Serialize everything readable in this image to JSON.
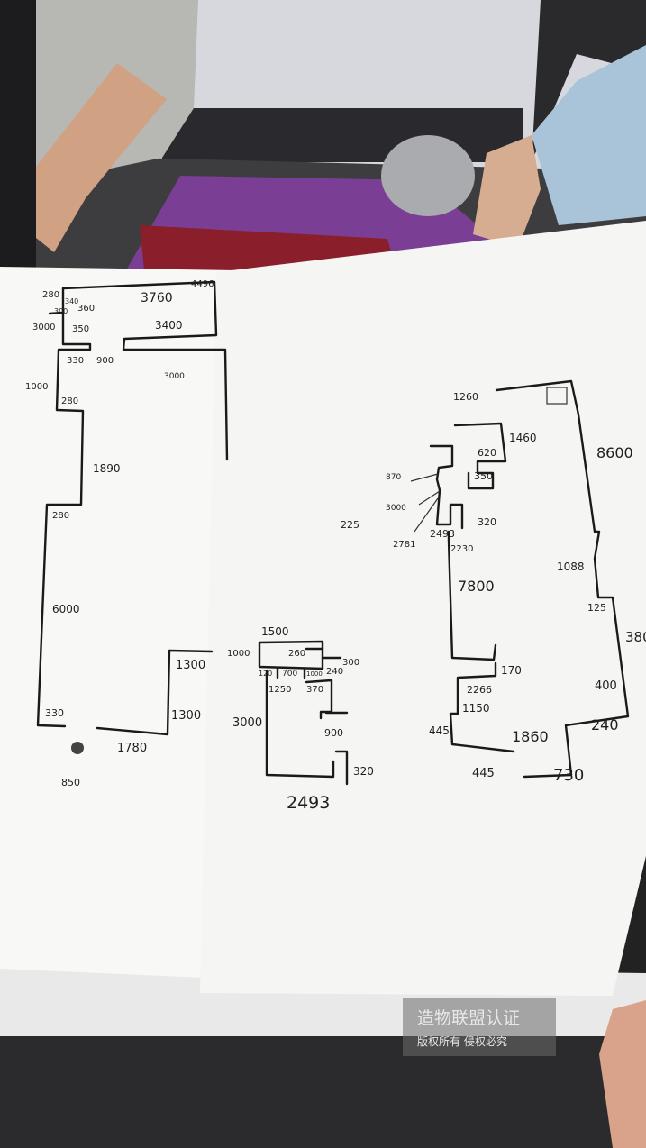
{
  "colors": {
    "paper": "#f7f7f5",
    "ink": "#1a1a1a",
    "table": "#3a3a3c",
    "mat": "#7b3e96",
    "notebook": "#8a1f2a",
    "wall": "#d9dbe0"
  },
  "plan_left": {
    "labels": [
      "280",
      "4496",
      "3760",
      "340",
      "300",
      "360",
      "3000",
      "350",
      "3400",
      "330",
      "900",
      "3000",
      "1000",
      "280",
      "1890",
      "280",
      "6000",
      "1300",
      "1300",
      "330",
      "1780",
      "850"
    ]
  },
  "plan_middle": {
    "labels": [
      "1500",
      "1000",
      "260",
      "300",
      "120",
      "700",
      "1000",
      "240",
      "1250",
      "370",
      "3000",
      "900",
      "320",
      "2493"
    ]
  },
  "plan_right": {
    "labels": [
      "1260",
      "1460",
      "620",
      "8600",
      "870",
      "350",
      "3000",
      "225",
      "320",
      "2781",
      "2493",
      "2230",
      "7800",
      "1088",
      "125",
      "380",
      "170",
      "2266",
      "1150",
      "400",
      "445",
      "1860",
      "240",
      "445",
      "730"
    ]
  },
  "watermark": {
    "title": "造物联盟认证",
    "subtitle": "版权所有  侵权必究"
  }
}
